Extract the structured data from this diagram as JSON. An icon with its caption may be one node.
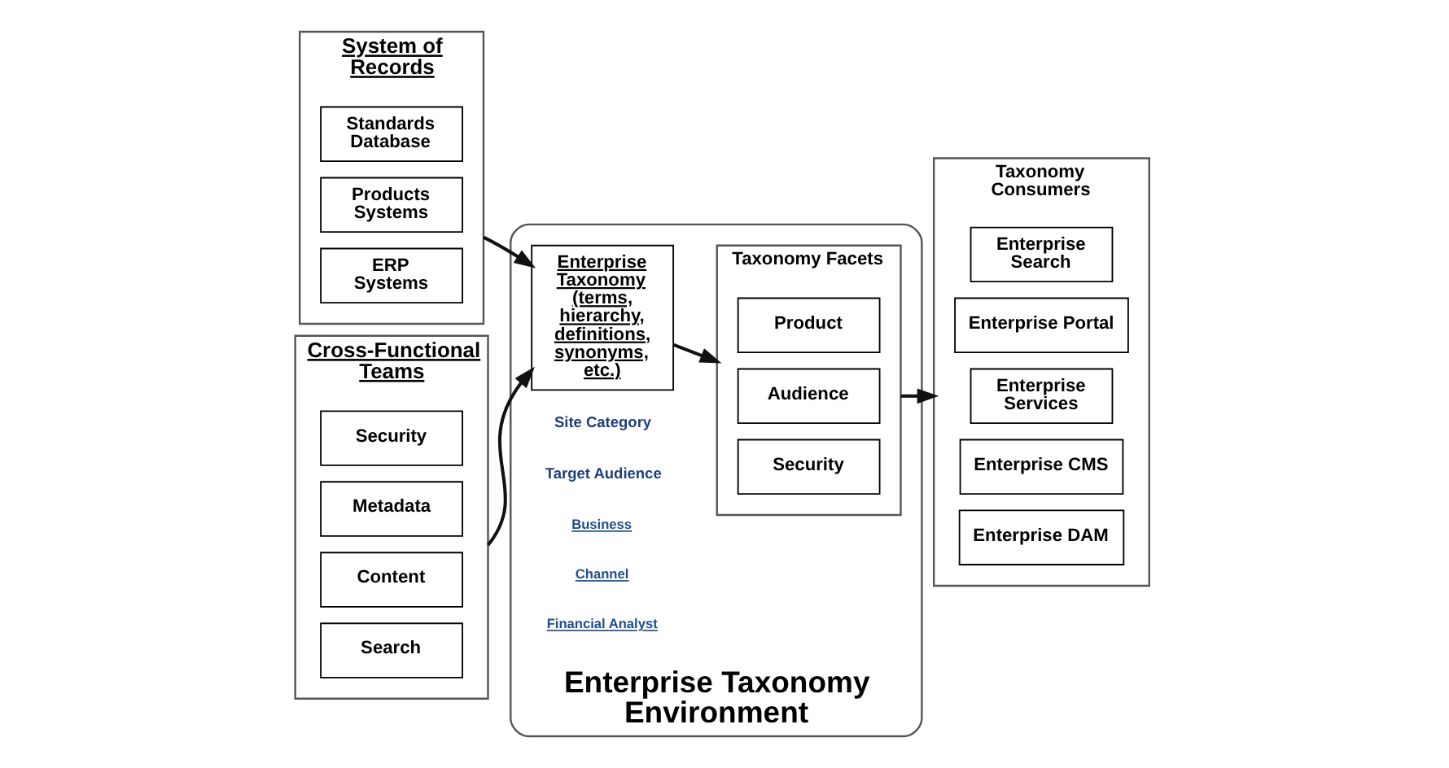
{
  "diagram": {
    "nodes": [
      {
        "text": [
          "System of Records"
        ]
      },
      {
        "text": [
          "Standards Database"
        ],
        "in": 0
      },
      {
        "text": [
          "Products Systems"
        ],
        "in": 0
      },
      {
        "text": [
          "ERP Systems"
        ],
        "in": 0
      },
      {
        "text": [
          "Cross-Functional Teams"
        ]
      },
      {
        "text": [
          "Security"
        ],
        "in": 4
      },
      {
        "text": [
          "Metadata"
        ],
        "in": 4
      },
      {
        "text": [
          "Content"
        ],
        "in": 4
      },
      {
        "text": [
          "Search"
        ],
        "in": 4
      },
      {
        "text": [
          "Enterprise Taxonomy Environment"
        ]
      },
      {
        "text": [
          "Enterprise Taxonomy (terms, hierarchy, definitions, synonyms, etc.)"
        ],
        "in": 9
      },
      {
        "text": [
          "Taxonomy Facets"
        ],
        "in": 9
      },
      {
        "text": [
          "Product"
        ],
        "in": 11
      },
      {
        "text": [
          "Audience"
        ],
        "in": 11
      },
      {
        "text": [
          "Security"
        ],
        "in": 11
      },
      {
        "text": [
          "Taxonomy Consumers"
        ]
      },
      {
        "text": [
          "Enterprise Search"
        ],
        "in": 15
      },
      {
        "text": [
          "Enterprise Portal"
        ],
        "in": 15
      },
      {
        "text": [
          "Enterprise Services"
        ],
        "in": 15
      },
      {
        "text": [
          "Enterprise CMS"
        ],
        "in": 15
      },
      {
        "text": [
          "Enterprise DAM"
        ],
        "in": 15
      }
    ],
    "edges": [
      {
        "from": 0,
        "to": 10,
        "arrow": "to"
      },
      {
        "from": 4,
        "to": 10,
        "arrow": "to"
      },
      {
        "from": 10,
        "to": 11,
        "arrow": "to"
      },
      {
        "from": 11,
        "to": 15,
        "arrow": "to"
      }
    ],
    "labels": [
      "Site Category",
      "Target Audience",
      "Business",
      "Channel",
      "Financial Analyst"
    ]
  }
}
